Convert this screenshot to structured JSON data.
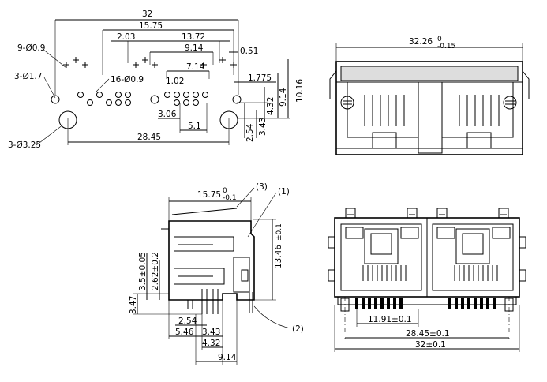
{
  "pcb_layout": {
    "dim_overall_width": "32",
    "dim_15_75": "15.75",
    "dim_2_03": "2.03",
    "dim_13_72": "13.72",
    "dim_9_14": "9.14",
    "dim_0_51": "0.51",
    "dim_7_14": "7.14",
    "dim_1_775": "1.775",
    "dim_10_16": "10.16",
    "dim_9_14_vertical": "9.14",
    "dim_4_32": "4.32",
    "dim_2_54": "2.54",
    "dim_3_43": "3.43",
    "dim_28_45": "28.45",
    "dim_3_06": "3.06",
    "dim_5_1": "5.1",
    "dim_1_02": "1.02",
    "label_holes_09": "9-Ø0.9",
    "label_holes_16_09": "16-Ø0.9",
    "label_holes_17": "3-Ø1.7",
    "label_holes_325": "3-Ø3.25"
  },
  "front_view": {
    "dim_width": "32.26",
    "tol_upper": "0",
    "tol_lower": "-0.15"
  },
  "side_view": {
    "dim_depth": "15.75",
    "dim_depth_tol_upper": "0",
    "dim_depth_tol_lower": "-0.1",
    "dim_height": "13.46",
    "dim_height_tol": "±0.1",
    "dim_3_5": "3.5±0.05",
    "dim_2_62": "2.62±0.2",
    "dim_3_47": "3.47",
    "dim_2_54": "2.54",
    "dim_5_46": "5.46",
    "dim_3_43": "3.43",
    "dim_4_32": "4.32",
    "dim_9_14": "9.14",
    "callout_1": "(1)",
    "callout_2": "(2)",
    "callout_3": "(3)"
  },
  "rear_view": {
    "dim_11_91": "11.91±0.1",
    "dim_28_45": "28.45±0.1",
    "dim_32": "32±0.1"
  }
}
